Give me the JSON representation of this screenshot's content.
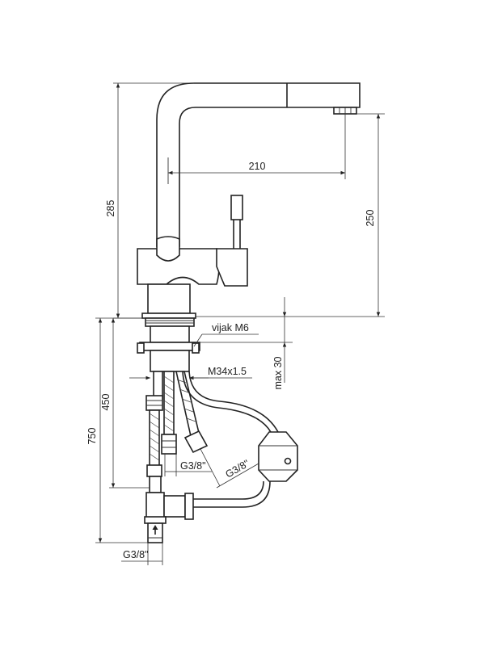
{
  "dimensions": {
    "d210": "210",
    "d285": "285",
    "d250": "250",
    "d450": "450",
    "d750": "750",
    "max30": "max 30"
  },
  "labels": {
    "vijak": "vijak M6",
    "m34": "M34x1.5",
    "g38_a": "G3/8\"",
    "g38_b": "G3/8\"",
    "g38_c": "G3/8\""
  },
  "icons": {
    "arrow": "flow-arrow-icon"
  }
}
